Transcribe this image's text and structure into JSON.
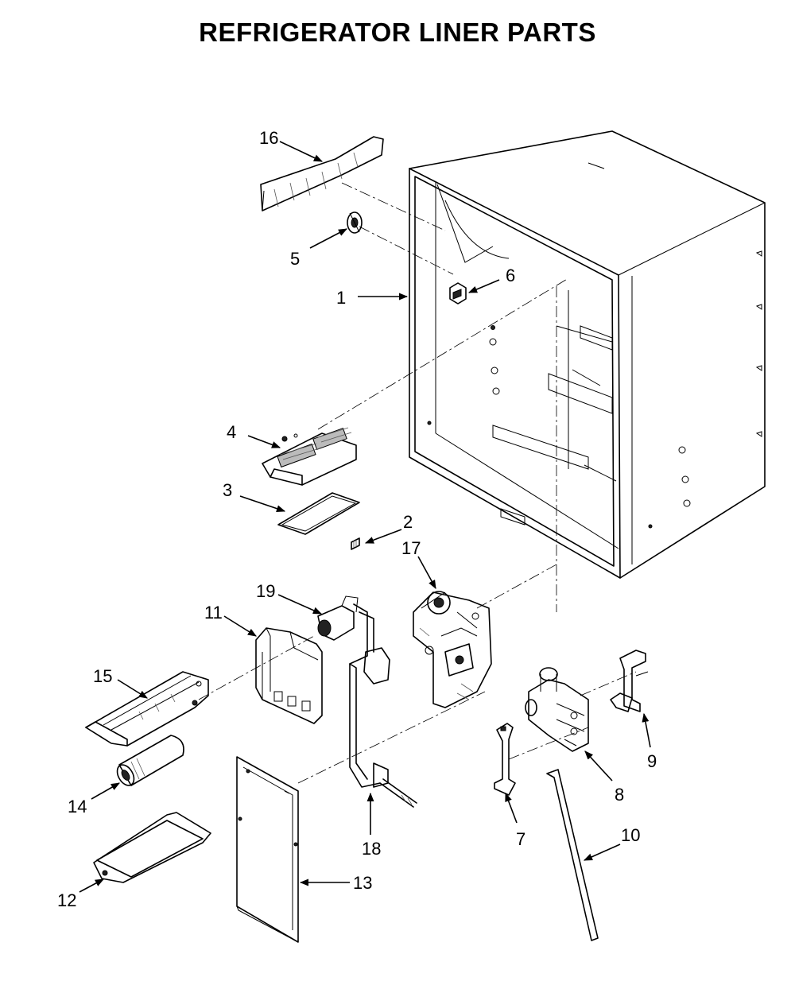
{
  "title": "REFRIGERATOR LINER PARTS",
  "callouts": {
    "c1": "1",
    "c2": "2",
    "c3": "3",
    "c4": "4",
    "c5": "5",
    "c6": "6",
    "c7": "7",
    "c8": "8",
    "c9": "9",
    "c10": "10",
    "c11": "11",
    "c12": "12",
    "c13": "13",
    "c14": "14",
    "c15": "15",
    "c16": "16",
    "c17": "17",
    "c18": "18",
    "c19": "19"
  }
}
